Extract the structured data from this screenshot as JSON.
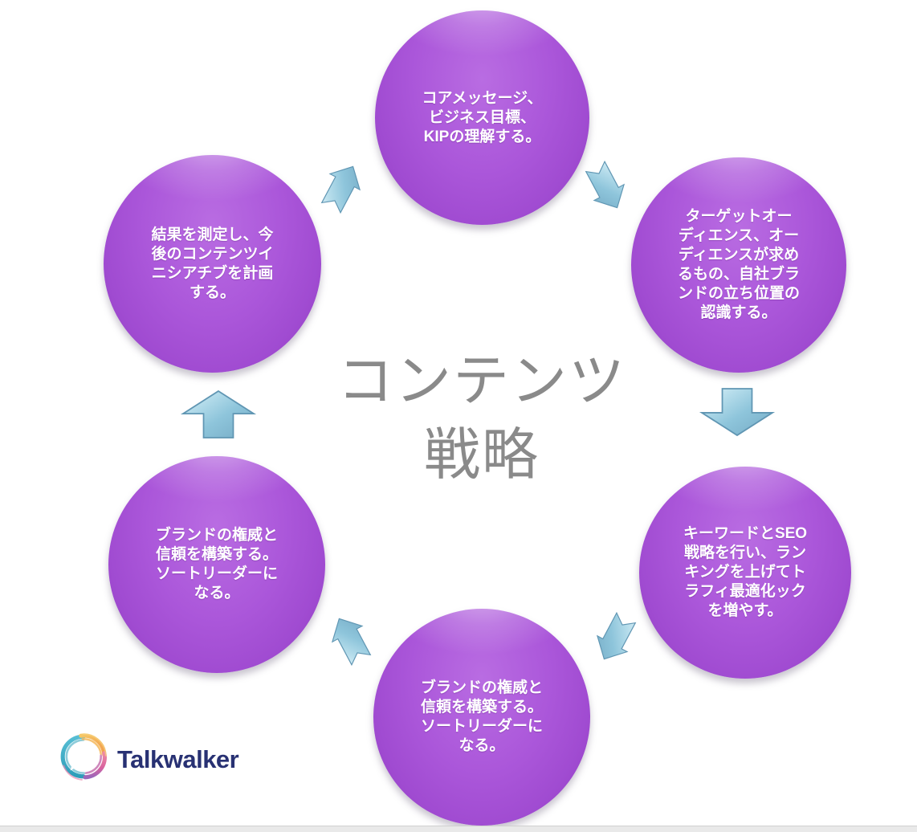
{
  "title": {
    "line1": "コンテンツ",
    "line2": "戦略"
  },
  "steps": [
    {
      "id": "understand-goals",
      "position": "top",
      "text": "コアメッセージ、\nビジネス目標、\nKIPの理解する。"
    },
    {
      "id": "know-audience",
      "position": "top-right",
      "text": "ターゲットオー\nディエンス、オー\nディエンスが求め\nるもの、自社ブラ\nンドの立ち位置の\n認識する。"
    },
    {
      "id": "keywords-seo",
      "position": "right",
      "text": "キーワードとSEO\n戦略を行い、ラン\nキングを上げてト\nラフィ最適化ック\nを増やす。"
    },
    {
      "id": "build-authority",
      "position": "bottom",
      "text": "ブランドの権威と\n信頼を構築する。\nソートリーダーに\nなる。"
    },
    {
      "id": "build-authority-2",
      "position": "bottom-left",
      "text": "ブランドの権威と\n信頼を構築する。\nソートリーダーに\nなる。"
    },
    {
      "id": "measure-results",
      "position": "top-left",
      "text": "結果を測定し、今\n後のコンテンツイ\nニシアチブを計画\nする。"
    }
  ],
  "arrows": [
    {
      "direction": "up-right"
    },
    {
      "direction": "down-right"
    },
    {
      "direction": "down"
    },
    {
      "direction": "down-left"
    },
    {
      "direction": "up-left"
    },
    {
      "direction": "up"
    }
  ],
  "logo": {
    "brand": "Talkwalker"
  },
  "colors": {
    "circle_fill": "#a854d8",
    "circle_rim": "#74289c",
    "arrow_fill": "#8ec5db",
    "arrow_edge": "#6096b3",
    "title_gray": "#8a8a8a",
    "brand_navy": "#283173",
    "text_white": "#ffffff"
  }
}
